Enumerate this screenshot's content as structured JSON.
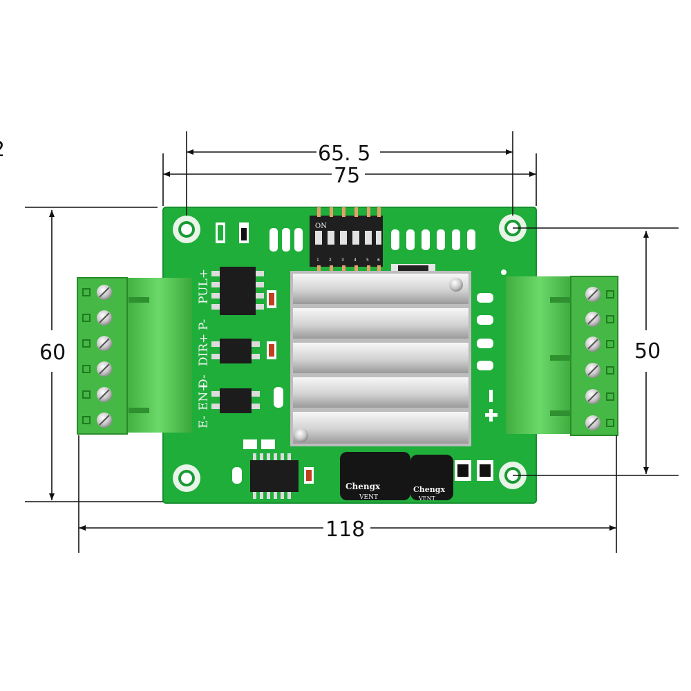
{
  "dimensions": {
    "top_inner": "65. 5",
    "top_outer": "75",
    "left_height": "60",
    "right_height": "50",
    "bottom_width": "118",
    "cut_edge_fragment": "2"
  },
  "board": {
    "silkscreen_labels": [
      "PUL+",
      "P-",
      "DIR+",
      "D-",
      "EN+",
      "E-"
    ],
    "dip_switch_label": "ON",
    "dip_numbers": [
      "1",
      "2",
      "3",
      "4",
      "5",
      "6"
    ],
    "capacitor_brand": "Chengx",
    "capacitor_brand_2": "Chengx",
    "capacitor_series": "VENT",
    "capacitor_series_2": "VENT"
  },
  "colors": {
    "pcb_green": "#1fae3a",
    "terminal_green": "#4cc24a",
    "heatsink": "#d8d8d8",
    "dimension_line": "#111111"
  }
}
